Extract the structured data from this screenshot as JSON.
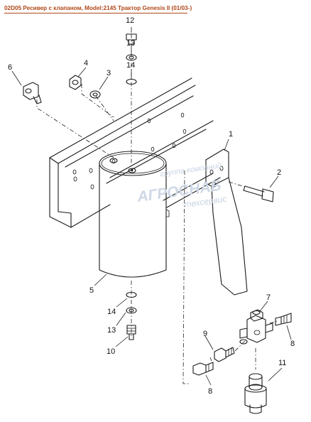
{
  "title": "02D05 Ресивер с клапаном, Model:2145 Трактор Genesis II (01/03-)",
  "watermark": {
    "line1": "группа компаний",
    "line2": "АГРОСНАБ",
    "line3": "техсервис"
  },
  "callouts": [
    "1",
    "2",
    "3",
    "4",
    "5",
    "6",
    "7",
    "8",
    "9",
    "10",
    "11",
    "12",
    "13",
    "14"
  ],
  "callout_8_repeat": "8",
  "callout_13_repeat": "13",
  "callout_14_repeat": "14",
  "colors": {
    "title": "#b04818",
    "line": "#1a1a1a",
    "watermark": "#cfd8e6"
  }
}
